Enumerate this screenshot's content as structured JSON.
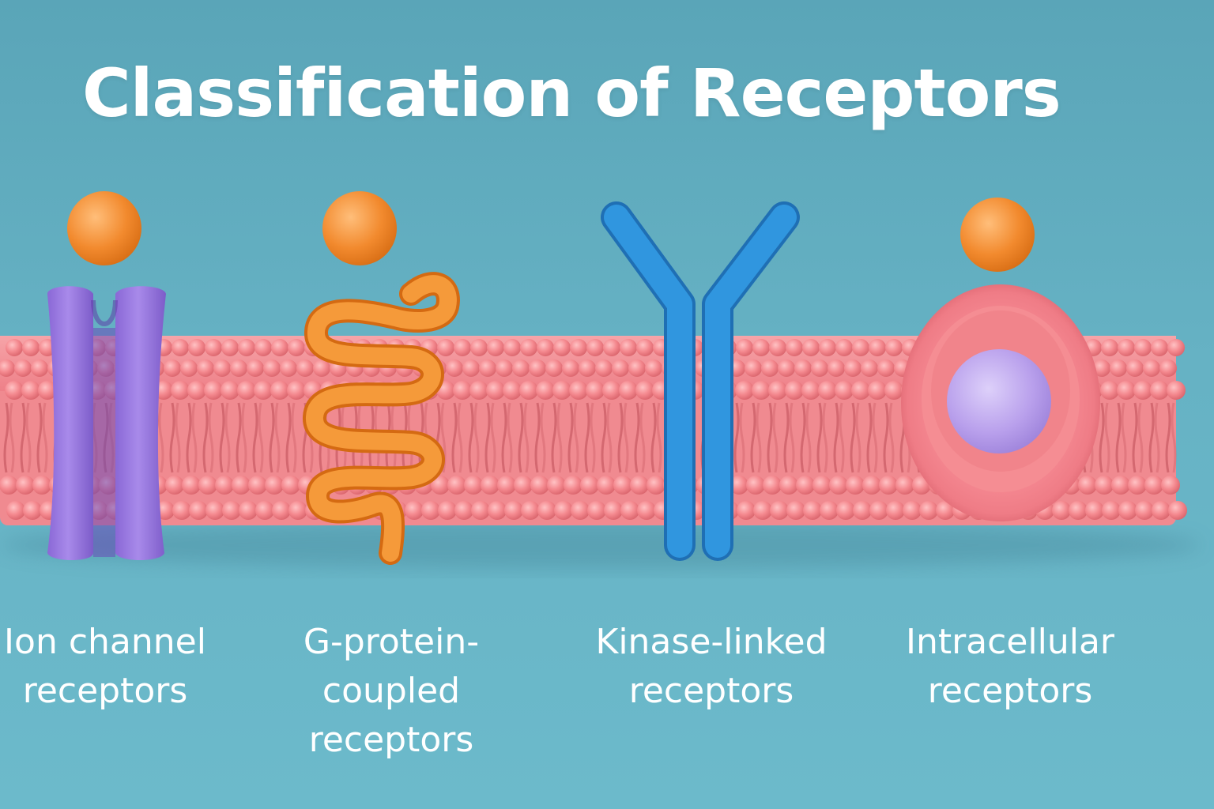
{
  "title": "Classification of Receptors",
  "receptors": [
    {
      "id": "ion-channel",
      "label_lines": [
        "Ion channel",
        "receptors"
      ],
      "icon": "ion-channel-icon",
      "color": "#9a7be0"
    },
    {
      "id": "g-protein-coupled",
      "label_lines": [
        "G-protein-",
        "coupled",
        "receptors"
      ],
      "icon": "gpcr-icon",
      "color": "#f08a28"
    },
    {
      "id": "kinase-linked",
      "label_lines": [
        "Kinase-linked",
        "receptors"
      ],
      "icon": "kinase-receptor-icon",
      "color": "#2f8fd8"
    },
    {
      "id": "intracellular",
      "label_lines": [
        "Intracellular",
        "receptors"
      ],
      "icon": "intracellular-receptor-icon",
      "color": "#f07f88"
    }
  ],
  "colors": {
    "background": "#62aec1",
    "membrane": "#f2868c",
    "ligand": "#f28a2e",
    "nucleus": "#b9a0ec"
  }
}
